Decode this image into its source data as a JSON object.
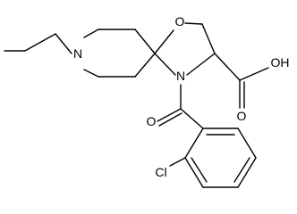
{
  "molecule": {
    "atoms": {
      "nitrogen_piperidine": "N",
      "oxygen_ring": "O",
      "nitrogen_amide": "N",
      "hydroxyl": "OH",
      "carbonyl_oxygen_acid": "O",
      "carbonyl_oxygen_amide": "O",
      "chlorine": "Cl"
    },
    "colors": {
      "bond": "#000000",
      "label": "#000000",
      "background": "#ffffff"
    }
  }
}
